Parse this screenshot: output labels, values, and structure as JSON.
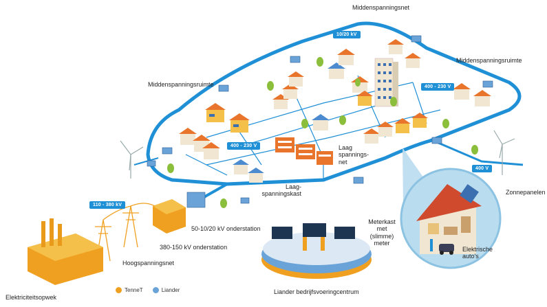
{
  "labels": {
    "middenspanningsnet": "Middenspanningsnet",
    "middenspanningsruimte_left": "Middenspanningsruimte",
    "middenspanningsruimte_right": "Middenspanningsruimte",
    "laagspanningsnet": "Laag\nspannings-\nnet",
    "laagspanningskast": "Laag-\nspanningskast",
    "zonnepanelen": "Zonnepanelen",
    "meterkast": "Meterkast\nmet\n(slimme)\nmeter",
    "elektrische_autos": "Elektrische\nauto's",
    "onderstation_small": "50-10/20 kV onderstation",
    "onderstation_large": "380-150 kV onderstation",
    "hoogspanningsnet": "Hoogspanningsnet",
    "elektriciteitsopwek": "Elektriciteitsopwek",
    "bedrijfsvoeringcentrum": "Liander bedrijfsvoeringcentrum"
  },
  "badges": {
    "mv_top": "10/20 kV",
    "lv_right": "400 - 230 V",
    "lv_left": "400 - 230 V",
    "lv_edge": "400 V",
    "hv": "110 - 380 kV"
  },
  "legend": [
    {
      "label": "TenneT",
      "color": "#f0a020"
    },
    {
      "label": "Liander",
      "color": "#6aa3d8"
    }
  ],
  "colors": {
    "grid_line": "#1f8fd6",
    "tennet": "#f0a020",
    "liander": "#6aa3d8",
    "house_wall": "#f5c04a",
    "house_roof": "#e9742b",
    "solar": "#3b6fb0",
    "tree": "#8bbf3b"
  }
}
